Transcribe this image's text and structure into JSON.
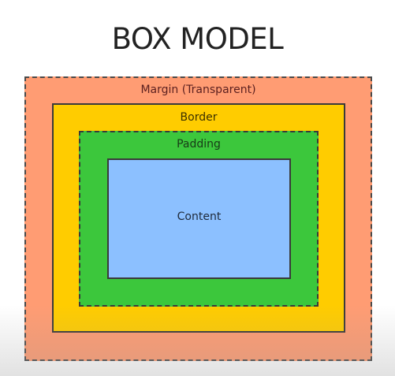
{
  "title": "BOX MODEL",
  "layers": {
    "margin": {
      "label": "Margin (Transparent)",
      "color": "#FF9C73"
    },
    "border": {
      "label": "Border",
      "color": "#FFCC00"
    },
    "padding": {
      "label": "Padding",
      "color": "#3CC73C"
    },
    "content": {
      "label": "Content",
      "color": "#8CC0FF"
    }
  }
}
